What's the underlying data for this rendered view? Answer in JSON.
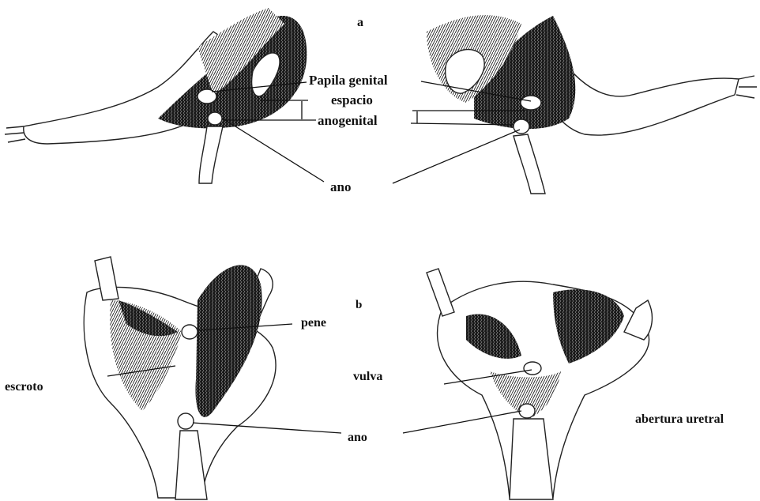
{
  "panels": {
    "a": {
      "letter": "a",
      "labels": {
        "papila_genital": "Papila genital",
        "espacio": "espacio",
        "anogenital": "anogenital",
        "ano": "ano"
      }
    },
    "b": {
      "letter": "b",
      "labels": {
        "pene": "pene",
        "escroto": "escroto",
        "vulva": "vulva",
        "ano": "ano",
        "abertura_uretral": "abertura uretral"
      }
    }
  }
}
